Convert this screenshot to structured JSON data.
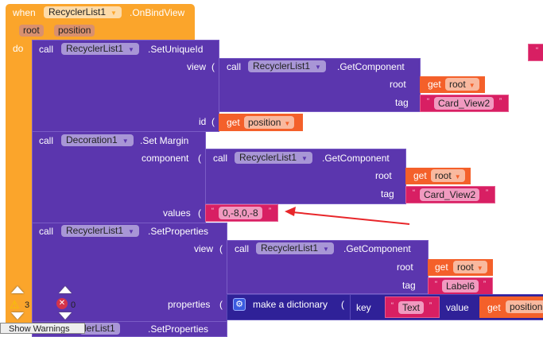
{
  "event": {
    "when": "when",
    "component": "RecyclerList1",
    "event": ".OnBindView",
    "params": [
      "root",
      "position"
    ],
    "do": "do"
  },
  "set_unique": {
    "call": "call",
    "component": "RecyclerList1",
    "method": ".SetUniqueId",
    "view_label": "view",
    "id_label": "id",
    "view_value": {
      "call": "call",
      "component": "RecyclerList1",
      "method": ".GetComponent",
      "root_label": "root",
      "tag_label": "tag",
      "get": "get",
      "root_var": "root",
      "tag": "Card_View2"
    },
    "id_value": {
      "get": "get",
      "var": "position"
    }
  },
  "set_margin": {
    "call": "call",
    "component": "Decoration1",
    "method": ".Set Margin",
    "component_label": "component",
    "values_label": "values",
    "component_value": {
      "call": "call",
      "component": "RecyclerList1",
      "method": ".GetComponent",
      "root_label": "root",
      "tag_label": "tag",
      "get": "get",
      "root_var": "root",
      "tag": "Card_View2"
    },
    "values": "0,-8,0,-8"
  },
  "set_props": {
    "call": "call",
    "component": "RecyclerList1",
    "method": ".SetProperties",
    "view_label": "view",
    "properties_label": "properties",
    "view_value": {
      "call": "call",
      "component": "RecyclerList1",
      "method": ".GetComponent",
      "root_label": "root",
      "tag_label": "tag",
      "get": "get",
      "root_var": "root",
      "tag": "Label6"
    },
    "dict": {
      "label": "make a dictionary",
      "key_label": "key",
      "key": "Text",
      "value_label": "value",
      "get": "get",
      "var": "position"
    }
  },
  "next_block": {
    "component": "lerList1",
    "method": ".SetProperties"
  },
  "indicators": {
    "warnings": "3",
    "errors": "0",
    "show_warnings": "Show Warnings"
  },
  "quote": "“",
  "quote_close": "”",
  "colors": {
    "event": "#FBA52B",
    "procedure": "#5B36AE",
    "get": "#F4602A",
    "text": "#D81F63",
    "dict": "#2F2198",
    "arrow": "#E8262A"
  }
}
